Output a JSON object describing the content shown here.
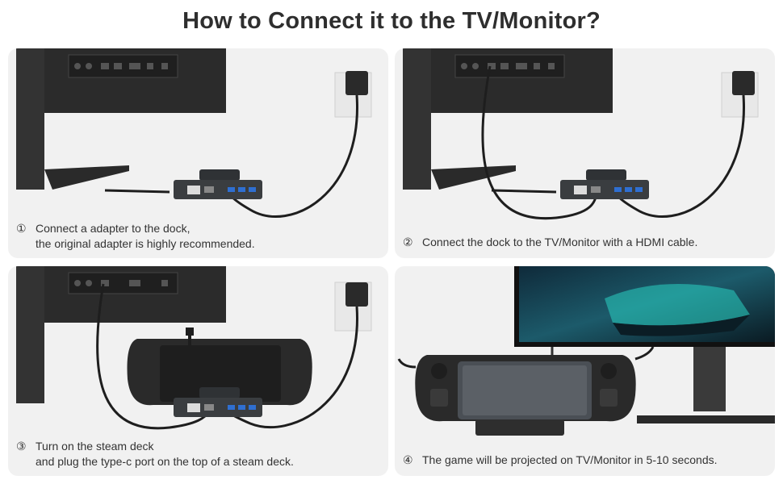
{
  "title": "How to Connect it to the TV/Monitor?",
  "steps": [
    {
      "number": "①",
      "line1": "Connect a adapter to the dock,",
      "line2": "the original adapter is highly recommended."
    },
    {
      "number": "②",
      "line1": "Connect the dock to the TV/Monitor with a HDMI cable."
    },
    {
      "number": "③",
      "line1": "Turn on the steam deck",
      "line2": "and plug the type-c port on the top of a steam deck."
    },
    {
      "number": "④",
      "line1": "The game will be projected on TV/Monitor in 5-10 seconds."
    }
  ],
  "colors": {
    "panel_bg": "#f1f1f1",
    "monitor": "#2c2c2c",
    "dock": "#3a3d40",
    "usb_blue": "#2f6fd1",
    "cable": "#1e1e1e"
  }
}
